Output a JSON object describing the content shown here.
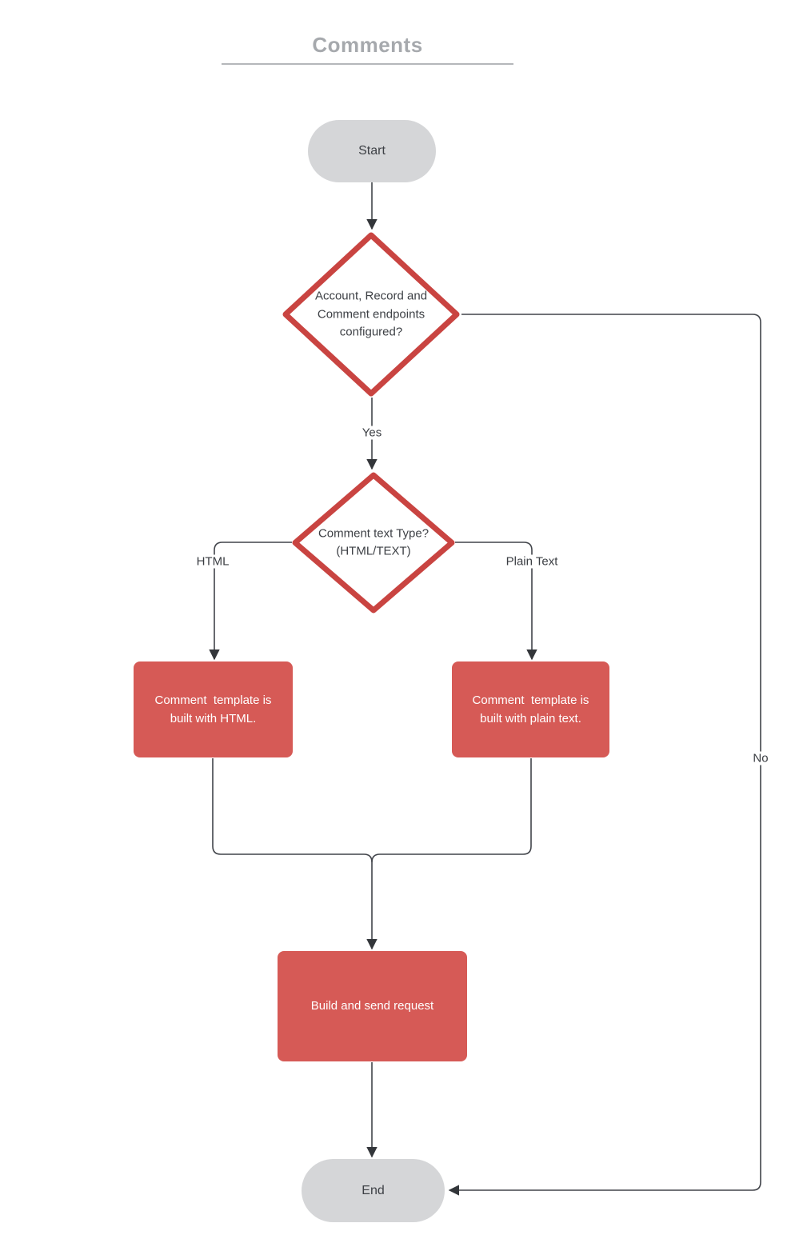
{
  "title": {
    "text": "Comments"
  },
  "nodes": {
    "start": {
      "label": "Start",
      "shape": "terminator"
    },
    "decision_endpoints": {
      "label": "Account, Record and Comment endpoints configured?",
      "shape": "decision"
    },
    "decision_text_type": {
      "label": "Comment text Type? (HTML/TEXT)",
      "shape": "decision"
    },
    "process_html": {
      "label": "Comment  template is built with HTML.",
      "shape": "process"
    },
    "process_plain": {
      "label": "Comment  template is built with plain text.",
      "shape": "process"
    },
    "process_build": {
      "label": "Build and send request",
      "shape": "process"
    },
    "end": {
      "label": "End",
      "shape": "terminator"
    }
  },
  "edge_labels": {
    "yes": "Yes",
    "no": "No",
    "html": "HTML",
    "plain_text": "Plain Text"
  },
  "colors": {
    "process_fill": "#d65a56",
    "decision_border": "#c94441",
    "decision_fill": "#ffffff",
    "terminal_fill": "#d5d6d8",
    "line": "#41444a",
    "arrowhead": "#33363a",
    "title_text": "#a6a9ad",
    "node_text_dark": "#3d4045",
    "node_text_light": "#ffffff"
  }
}
